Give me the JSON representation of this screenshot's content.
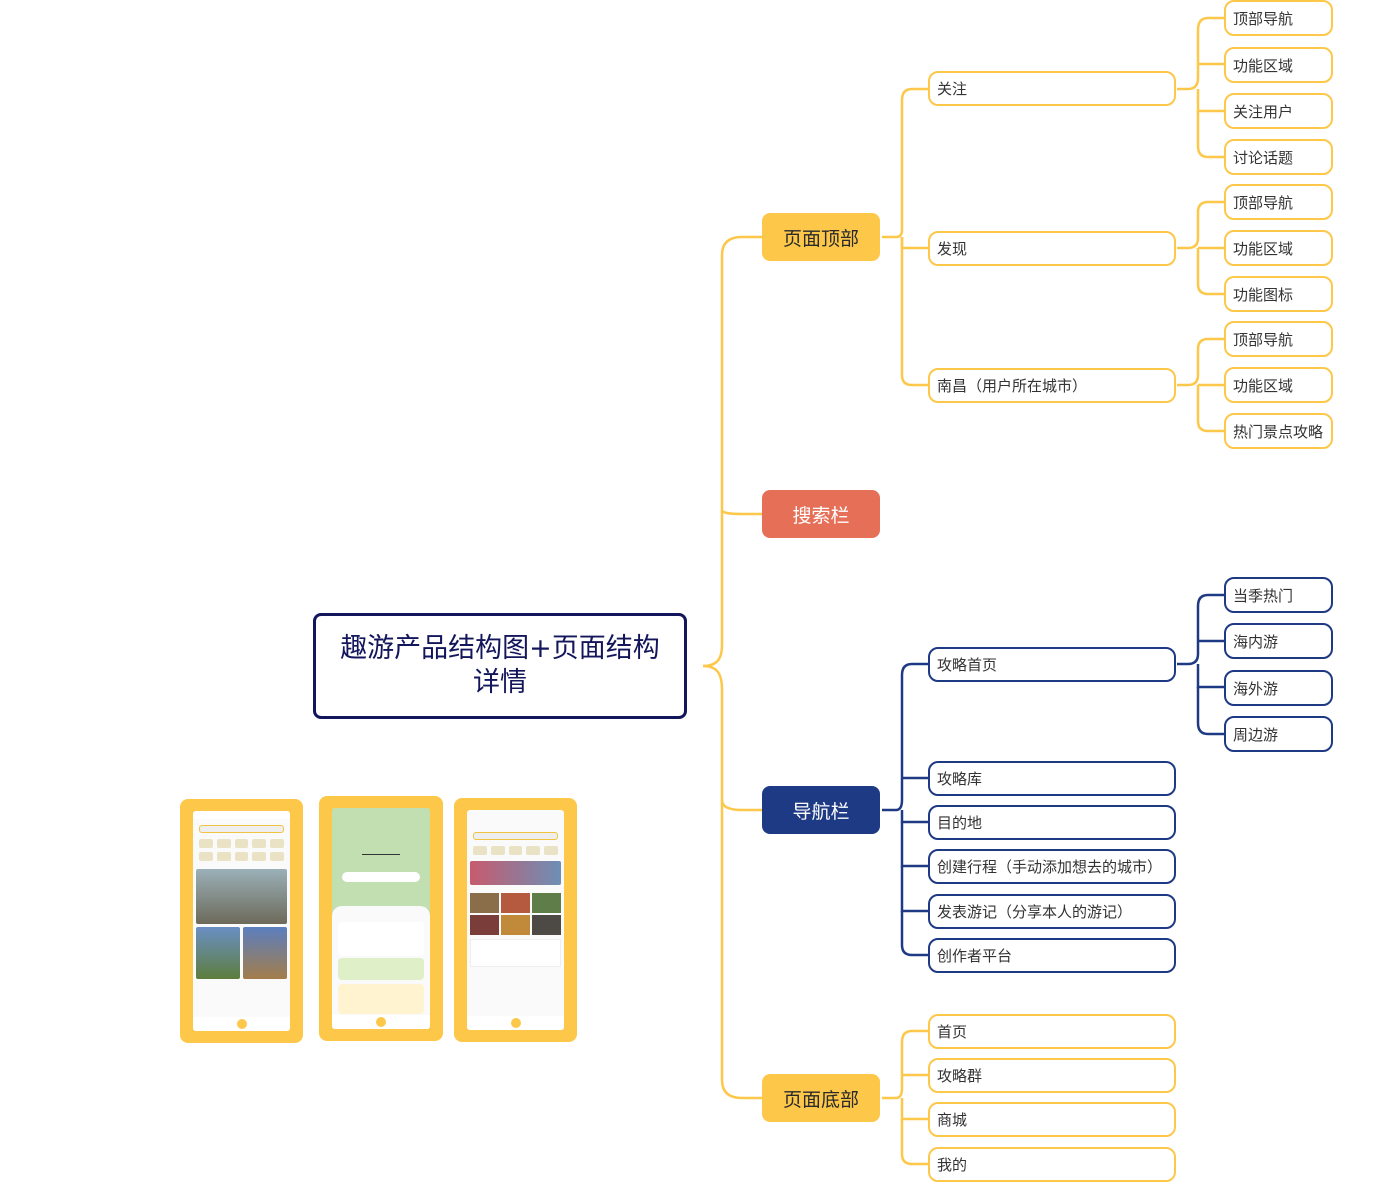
{
  "root": {
    "title": "趣游产品结构图+页面结构详情"
  },
  "branches": {
    "top": {
      "label": "页面顶部",
      "children": {
        "follow": {
          "label": "关注",
          "items": [
            "顶部导航",
            "功能区域",
            "关注用户",
            "讨论话题"
          ]
        },
        "discover": {
          "label": "发现",
          "items": [
            "顶部导航",
            "功能区域",
            "功能图标"
          ]
        },
        "nanchang": {
          "label": "南昌（用户所在城市）",
          "items": [
            "顶部导航",
            "功能区域",
            "热门景点攻略"
          ]
        }
      }
    },
    "search": {
      "label": "搜索栏"
    },
    "nav": {
      "label": "导航栏",
      "children": {
        "guide_home": {
          "label": "攻略首页",
          "items": [
            "当季热门",
            "海内游",
            "海外游",
            "周边游"
          ]
        },
        "guide_lib": {
          "label": "攻略库"
        },
        "destination": {
          "label": "目的地"
        },
        "create_trip": {
          "label": "创建行程（手动添加想去的城市）"
        },
        "post_notes": {
          "label": "发表游记（分享本人的游记）"
        },
        "creator": {
          "label": "创作者平台"
        }
      }
    },
    "bottom": {
      "label": "页面底部",
      "children": [
        "首页",
        "攻略群",
        "商城",
        "我的"
      ]
    }
  },
  "colors": {
    "yellow": "#fdc84a",
    "red": "#e66f58",
    "navy": "#1e3a85",
    "root_border": "#14165c"
  }
}
